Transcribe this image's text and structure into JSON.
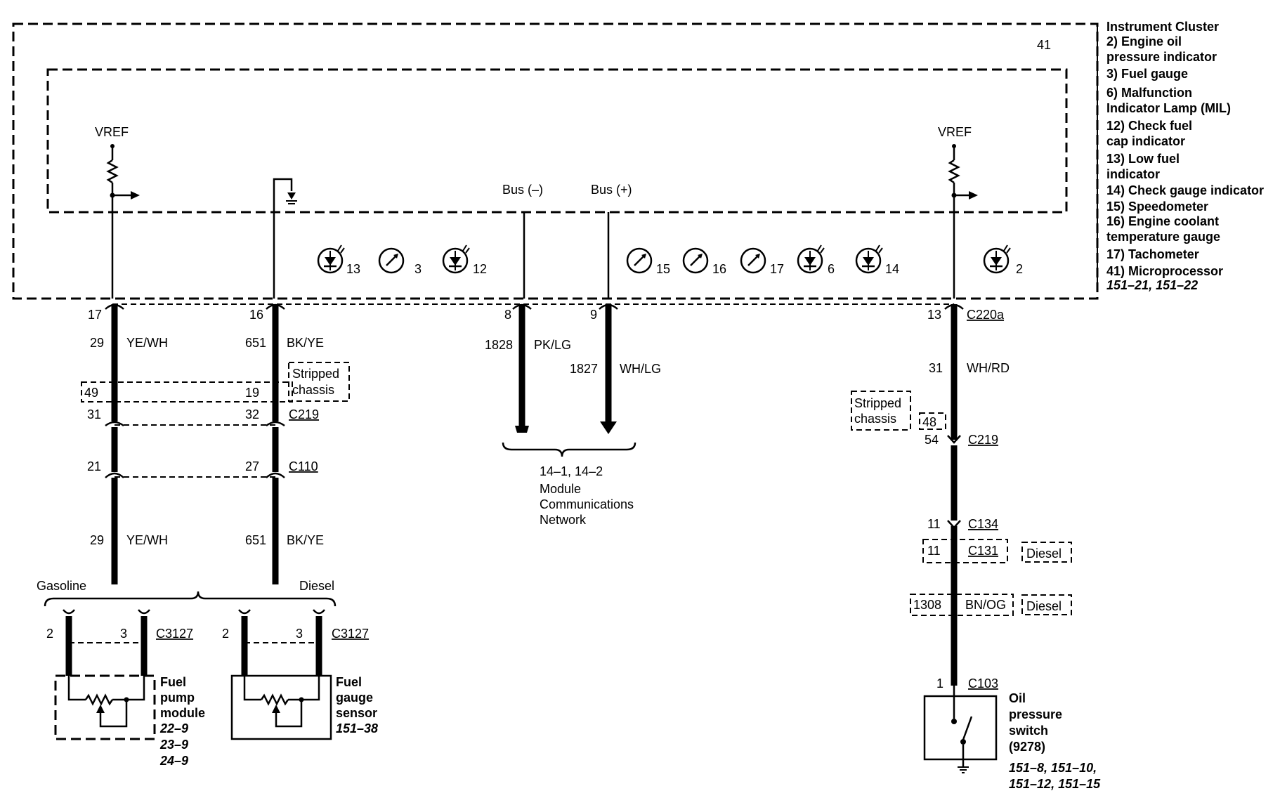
{
  "legend": {
    "title": "Instrument Cluster",
    "items": [
      "2) Engine oil",
      "pressure indicator",
      "3) Fuel gauge",
      "6) Malfunction",
      "Indicator Lamp (MIL)",
      "12) Check fuel",
      "cap indicator",
      "13) Low fuel",
      "indicator",
      "14) Check gauge indicator",
      "15) Speedometer",
      "16) Engine coolant",
      "temperature gauge",
      "17) Tachometer",
      "41) Microprocessor"
    ],
    "refs": "151–21, 151–22"
  },
  "cluster": {
    "microprocessor_num": "41",
    "vref_left": "VREF",
    "vref_right": "VREF",
    "bus_minus": "Bus (–)",
    "bus_plus": "Bus (+)",
    "indicators": [
      {
        "icon": "lamp-icon",
        "num": "13"
      },
      {
        "icon": "gauge-icon",
        "num": "3"
      },
      {
        "icon": "lamp-icon",
        "num": "12"
      },
      {
        "icon": "gauge-icon",
        "num": "15"
      },
      {
        "icon": "gauge-icon",
        "num": "16"
      },
      {
        "icon": "gauge-icon",
        "num": "17"
      },
      {
        "icon": "lamp-icon",
        "num": "6"
      },
      {
        "icon": "lamp-icon",
        "num": "14"
      },
      {
        "icon": "lamp-icon",
        "num": "2"
      }
    ]
  },
  "wires": {
    "w1": {
      "pin": "17",
      "circuit": "29",
      "color": "YE/WH",
      "c219": "31",
      "stripped": "49",
      "c110": "21",
      "circuit2": "29",
      "color2": "YE/WH"
    },
    "w2": {
      "pin": "16",
      "circuit": "651",
      "color": "BK/YE",
      "c219": "32",
      "stripped": "19",
      "c110": "27",
      "circuit2": "651",
      "color2": "BK/YE"
    },
    "bus_minus": {
      "pin": "8",
      "circuit": "1828",
      "color": "PK/LG"
    },
    "bus_plus": {
      "pin": "9",
      "circuit": "1827",
      "color": "WH/LG"
    },
    "oil": {
      "pin": "13",
      "circuit": "31",
      "color": "WH/RD",
      "stripped": "48",
      "c219": "54",
      "c134": "11",
      "c131": "11",
      "diesel_circuit": "1308",
      "diesel_color": "BN/OG",
      "c103": "1"
    }
  },
  "connectors": {
    "c220a": "C220a",
    "c219": "C219",
    "c110": "C110",
    "c134": "C134",
    "c131": "C131",
    "c103": "C103",
    "c3127": "C3127"
  },
  "labels": {
    "stripped_chassis_1": "Stripped",
    "stripped_chassis_2": "chassis",
    "diesel": "Diesel",
    "gasoline": "Gasoline",
    "network_refs": "14–1, 14–2",
    "network_1": "Module",
    "network_2": "Communications",
    "network_3": "Network"
  },
  "fuel_pump": {
    "pin_a": "2",
    "pin_b": "3",
    "name": [
      "Fuel",
      "pump",
      "module"
    ],
    "refs": [
      "22–9",
      "23–9",
      "24–9"
    ]
  },
  "fuel_sensor": {
    "pin_a": "2",
    "pin_b": "3",
    "name": [
      "Fuel",
      "gauge",
      "sensor"
    ],
    "refs": [
      "151–38"
    ]
  },
  "oil_switch": {
    "name": [
      "Oil",
      "pressure",
      "switch",
      "(9278)"
    ],
    "refs": [
      "151–8, 151–10,",
      "151–12, 151–15"
    ]
  }
}
